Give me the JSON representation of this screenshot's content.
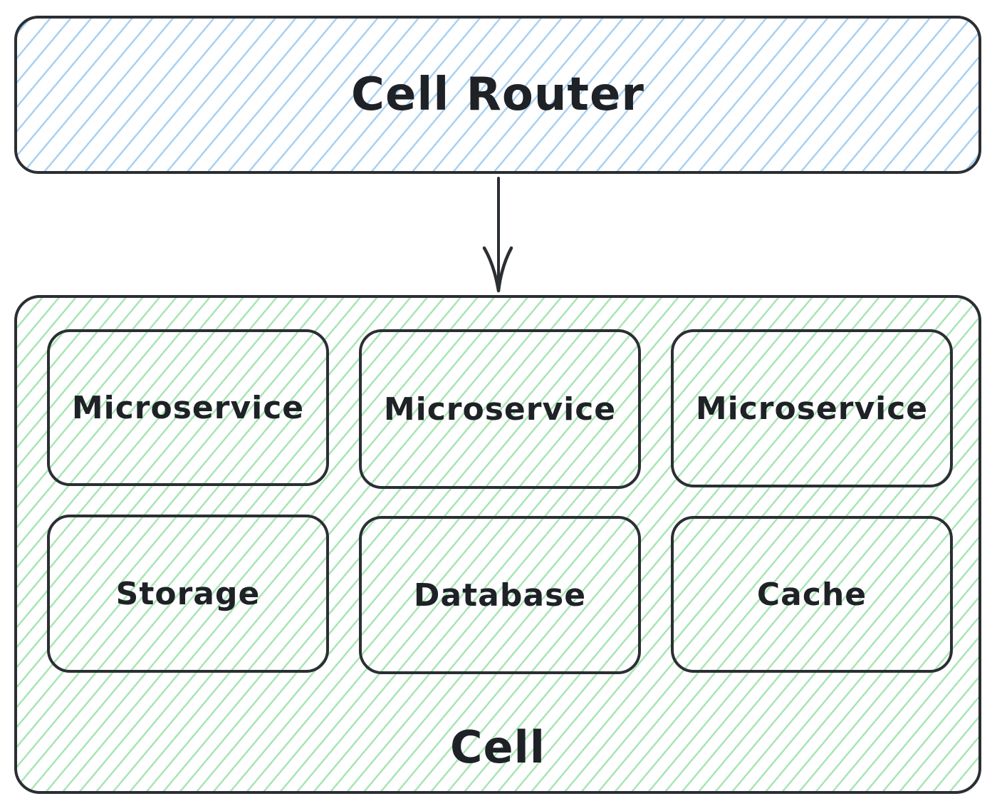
{
  "diagram": {
    "router": {
      "label": "Cell Router",
      "fill": "#a9d1f2"
    },
    "cell": {
      "label": "Cell",
      "fill": "#a8e6b4"
    },
    "components": [
      {
        "label": "Microservice"
      },
      {
        "label": "Microservice"
      },
      {
        "label": "Microservice"
      },
      {
        "label": "Storage"
      },
      {
        "label": "Database"
      },
      {
        "label": "Cache"
      }
    ],
    "edges": [
      {
        "from": "Cell Router",
        "to": "Cell"
      }
    ],
    "stroke_color": "#2b2f33"
  }
}
